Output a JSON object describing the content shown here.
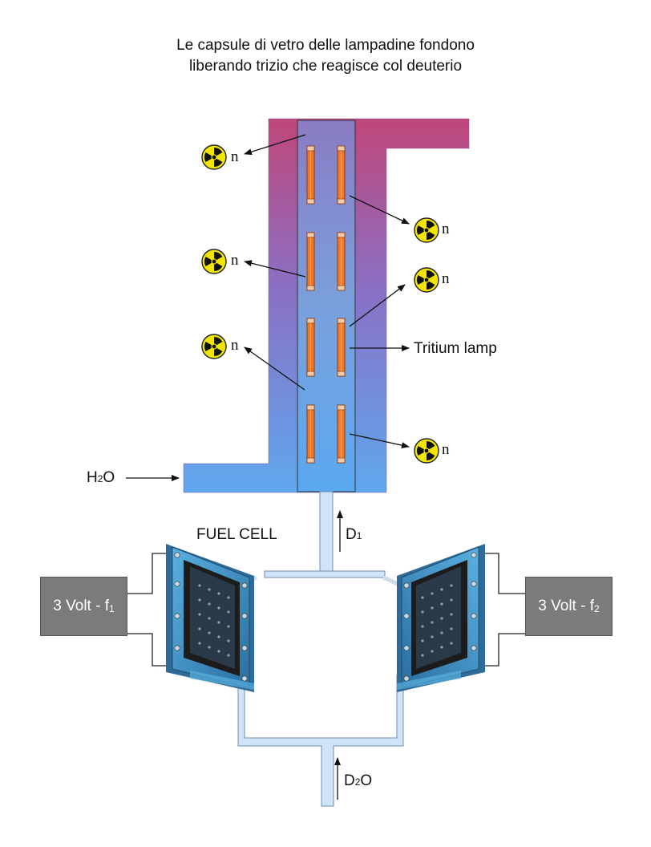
{
  "title": {
    "line1": "Le capsule di vetro delle lampadine fondono",
    "line2": "liberando trizio che reagisce col deuterio"
  },
  "labels": {
    "neutron": "n",
    "tritium_lamp": "Tritium lamp",
    "water_main": "H",
    "water_sub": "2",
    "water_tail": "O",
    "fuel_cell": "FUEL CELL",
    "d1_main": "D",
    "d1_sub": "1",
    "d2o_main": "D",
    "d2o_sub": "2",
    "d2o_tail": "O"
  },
  "power_supplies": [
    {
      "main": "3 Volt - f",
      "sub": "1"
    },
    {
      "main": "3 Volt - f",
      "sub": "2"
    }
  ],
  "colors": {
    "reactor_top": "#c0467a",
    "reactor_bottom": "#5fa8ee",
    "lamp_fill": "#f07a2a",
    "radiation_yellow": "#f2e600",
    "supply_box": "#7b7b7b",
    "fuel_cell_blue": "#3f8fc4",
    "tube_blue": "#cfe4f8"
  },
  "icons": [
    "radiation-icon",
    "arrow-icon"
  ]
}
